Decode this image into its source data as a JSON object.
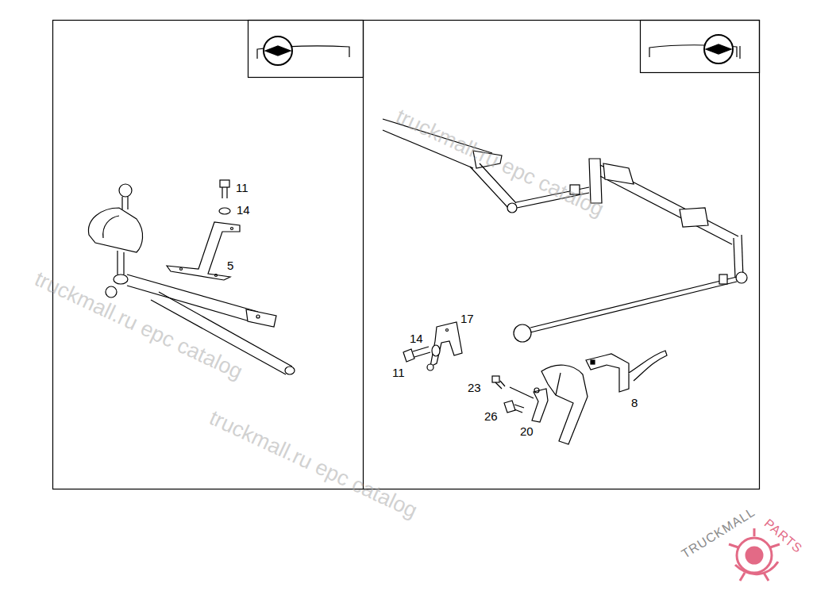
{
  "diagram": {
    "labels": [
      "11",
      "14",
      "5",
      "17",
      "14",
      "11",
      "23",
      "26",
      "20",
      "8",
      "truckmall.ru epc catalog",
      "truckmall.ru epc catalog",
      "truckmall.ru epc catalog",
      "TRUCKMALL",
      "PARTS"
    ]
  }
}
